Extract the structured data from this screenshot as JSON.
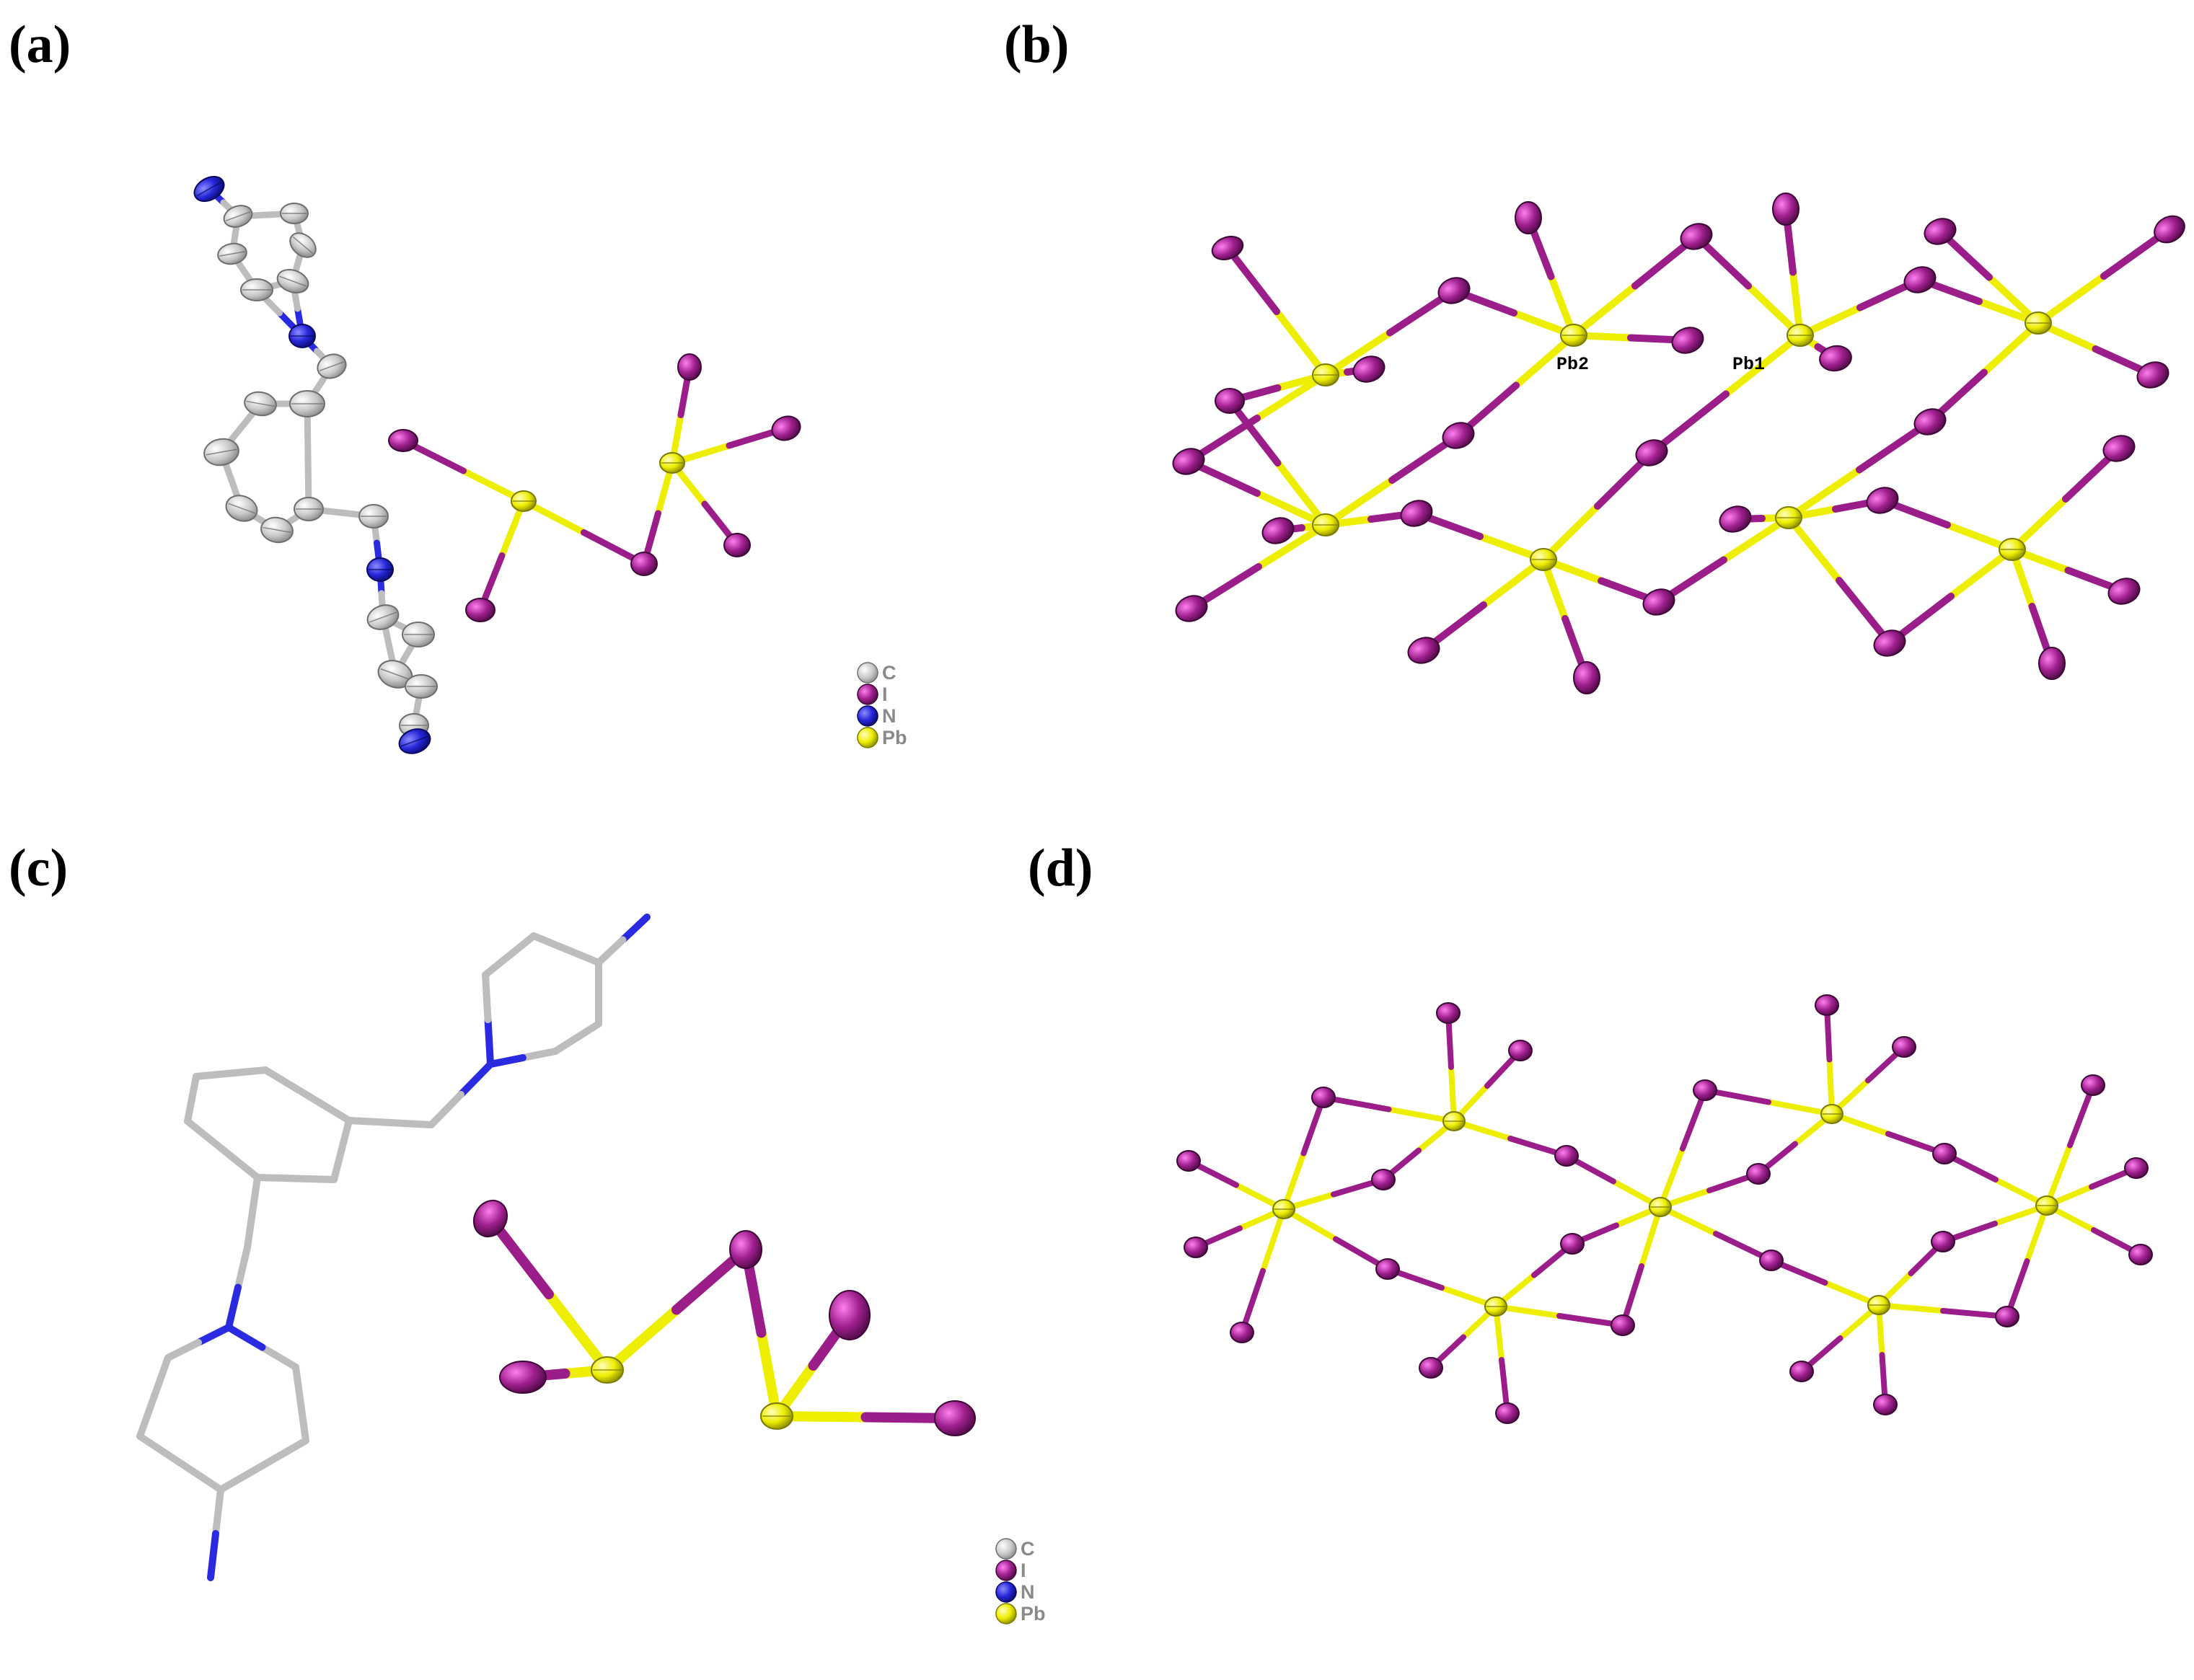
{
  "panels": {
    "a": {
      "label": "(a)"
    },
    "b": {
      "label": "(b)",
      "atom_labels": [
        "Pb2",
        "Pb1"
      ]
    },
    "c": {
      "label": "(c)"
    },
    "d": {
      "label": "(d)"
    }
  },
  "legend": [
    {
      "symbol": "C",
      "name": "C",
      "color": "#cfcfcf"
    },
    {
      "symbol": "I",
      "name": "I",
      "color": "#a0208f"
    },
    {
      "symbol": "N",
      "name": "N",
      "color": "#2626d9"
    },
    {
      "symbol": "Pb",
      "name": "Pb",
      "color": "#eeee00"
    }
  ],
  "colors": {
    "carbon": "#cfcfcf",
    "iodine": "#a0208f",
    "iodine_light": "#e25ad2",
    "nitrogen": "#2626d9",
    "lead": "#eeee00"
  }
}
